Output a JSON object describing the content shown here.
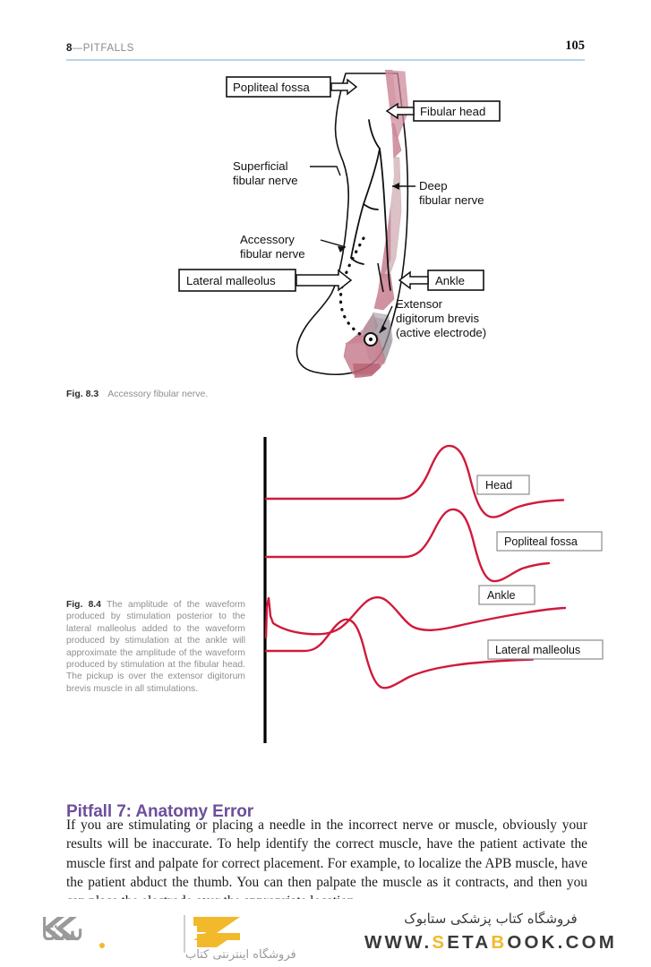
{
  "header": {
    "chapter_number": "8",
    "chapter_title": "—PITFALLS",
    "page_number": "105",
    "rule_color": "#b9d3e8"
  },
  "figure_83": {
    "caption_label": "Fig. 8.3",
    "caption_text": "Accessory fibular nerve.",
    "labels": {
      "popliteal_fossa": "Popliteal fossa",
      "fibular_head": "Fibular head",
      "superficial_fibular_nerve_l1": "Superficial",
      "superficial_fibular_nerve_l2": "fibular nerve",
      "deep_fibular_nerve_l1": "Deep",
      "deep_fibular_nerve_l2": "fibular nerve",
      "accessory_fibular_nerve_l1": "Accessory",
      "accessory_fibular_nerve_l2": "fibular nerve",
      "lateral_malleolus": "Lateral malleolus",
      "ankle": "Ankle",
      "edb_l1": "Extensor",
      "edb_l2": "digitorum brevis",
      "edb_l3": "(active electrode)"
    },
    "colors": {
      "muscle_fill": "#c9788a",
      "muscle_light": "#e3b4bf",
      "outline": "#111111"
    }
  },
  "figure_84": {
    "caption_label": "Fig. 8.4",
    "caption_text": "The amplitude of the waveform produced by stimulation posterior to the lateral malleolus added to the waveform produced by stimulation at the ankle will approximate the amplitude of the waveform produced by stimulation at the fibular head. The pickup is over the extensor digitorum brevis muscle in all stimulations.",
    "trace_color": "#d01a3c",
    "axis_color": "#000000",
    "traces": [
      {
        "label": "Head",
        "baseline": 75,
        "peak_amplitude": 52,
        "trough_amplitude": 20
      },
      {
        "label": "Popliteal fossa",
        "baseline": 140,
        "peak_amplitude": 47,
        "trough_amplitude": 26
      },
      {
        "label": "Ankle",
        "baseline": 201,
        "peak_amplitude": 25,
        "trough_amplitude": 6
      },
      {
        "label": "Lateral malleolus",
        "baseline": 245,
        "peak_amplitude": 36,
        "trough_amplitude": 22
      }
    ]
  },
  "section": {
    "heading": "Pitfall 7: Anatomy Error",
    "heading_color": "#6d4f9c",
    "body": "If you are stimulating or placing a needle in the incorrect nerve or muscle, obviously your results will be inaccurate. To help identify the correct muscle, have the patient activate the muscle first and palpate for correct placement. For example, to localize the APB muscle, have the patient abduct the thumb. You can then palpate the muscle as it contracts, and then you can place the electrode over the appropriate location."
  },
  "footer": {
    "logo_word": "ستابوک",
    "logo_tagline": "فروشگاه اینترنتی کتاب",
    "store_text": "فروشگاه کتاب پزشکی ستابوک",
    "url_pre": "WWW.",
    "url_s": "S",
    "url_eta": "ETA",
    "url_b": "B",
    "url_post": "OOK.COM",
    "accent_color": "#f2b92c"
  }
}
